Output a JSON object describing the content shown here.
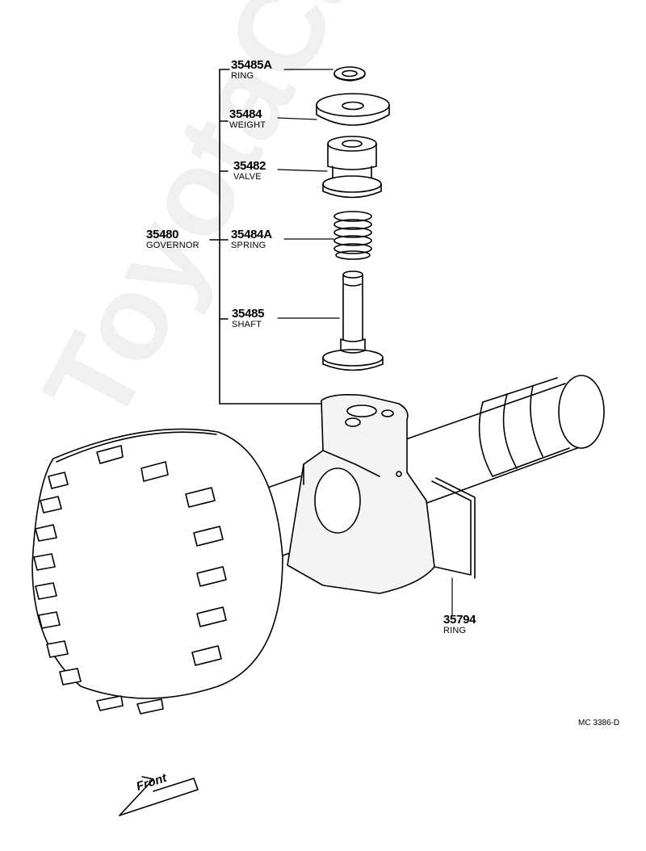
{
  "watermark": "ToyotaCarMine.ru",
  "drawing_code": "MC 3386-D",
  "front_label": "Front",
  "parts": [
    {
      "number": "35485A",
      "name": "RING"
    },
    {
      "number": "35484",
      "name": "WEIGHT"
    },
    {
      "number": "35482",
      "name": "VALVE"
    },
    {
      "number": "35484A",
      "name": "SPRING"
    },
    {
      "number": "35485",
      "name": "SHAFT"
    },
    {
      "number": "35480",
      "name": "GOVERNOR"
    },
    {
      "number": "35794",
      "name": "RING"
    }
  ]
}
